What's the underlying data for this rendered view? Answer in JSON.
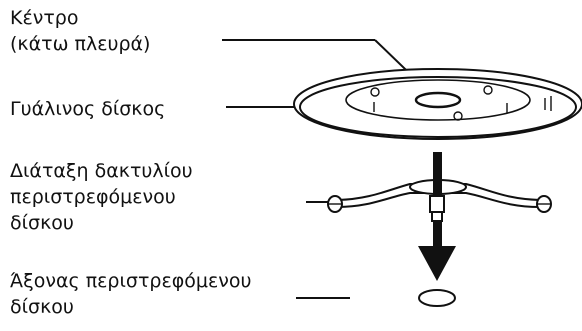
{
  "labels": {
    "center_line1": "Κέντρο",
    "center_line2": "(κάτω πλευρά)",
    "glass_tray": "Γυάλινος δίσκος",
    "ring_line1": "Διάταξη δακτυλίου",
    "ring_line2": "περιστρεφόμενου",
    "ring_line3": "δίσκου",
    "shaft_line1": "Άξονας περιστρεφόμενου",
    "shaft_line2": "δίσκου"
  },
  "colors": {
    "ink": "#111111",
    "background": "#ffffff"
  }
}
